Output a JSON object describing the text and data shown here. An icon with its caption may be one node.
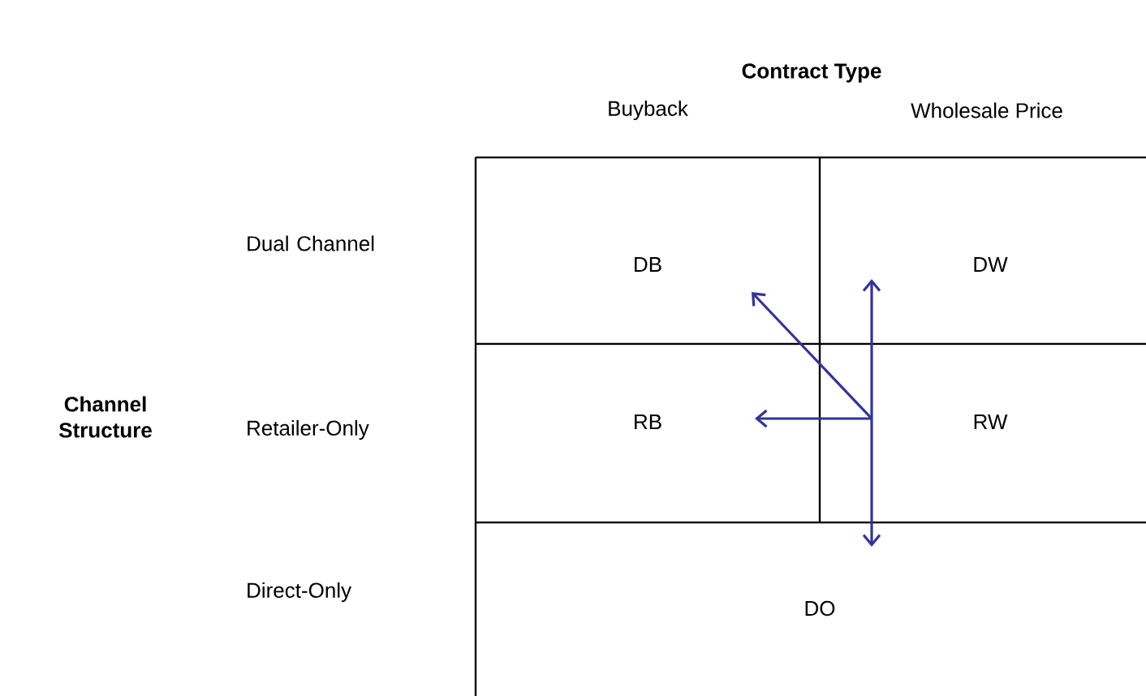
{
  "diagram": {
    "nodes": [
      {
        "text": [
          "DB"
        ]
      },
      {
        "text": [
          "DW"
        ]
      },
      {
        "text": [
          "RB"
        ]
      },
      {
        "text": [
          "RW"
        ]
      },
      {
        "text": [
          "DO"
        ]
      }
    ],
    "edges": [
      {
        "from": 3,
        "to": 0,
        "arrow": "to"
      },
      {
        "from": 3,
        "to": 1,
        "arrow": "to"
      },
      {
        "from": 3,
        "to": 2,
        "arrow": "to"
      },
      {
        "from": 3,
        "to": 4,
        "arrow": "to"
      }
    ],
    "labels": [
      "Contract Type",
      "Buyback",
      "Wholesale Price",
      "Dual Channel",
      "Channel Structure",
      "Retailer-Only",
      "Direct-Only"
    ]
  }
}
